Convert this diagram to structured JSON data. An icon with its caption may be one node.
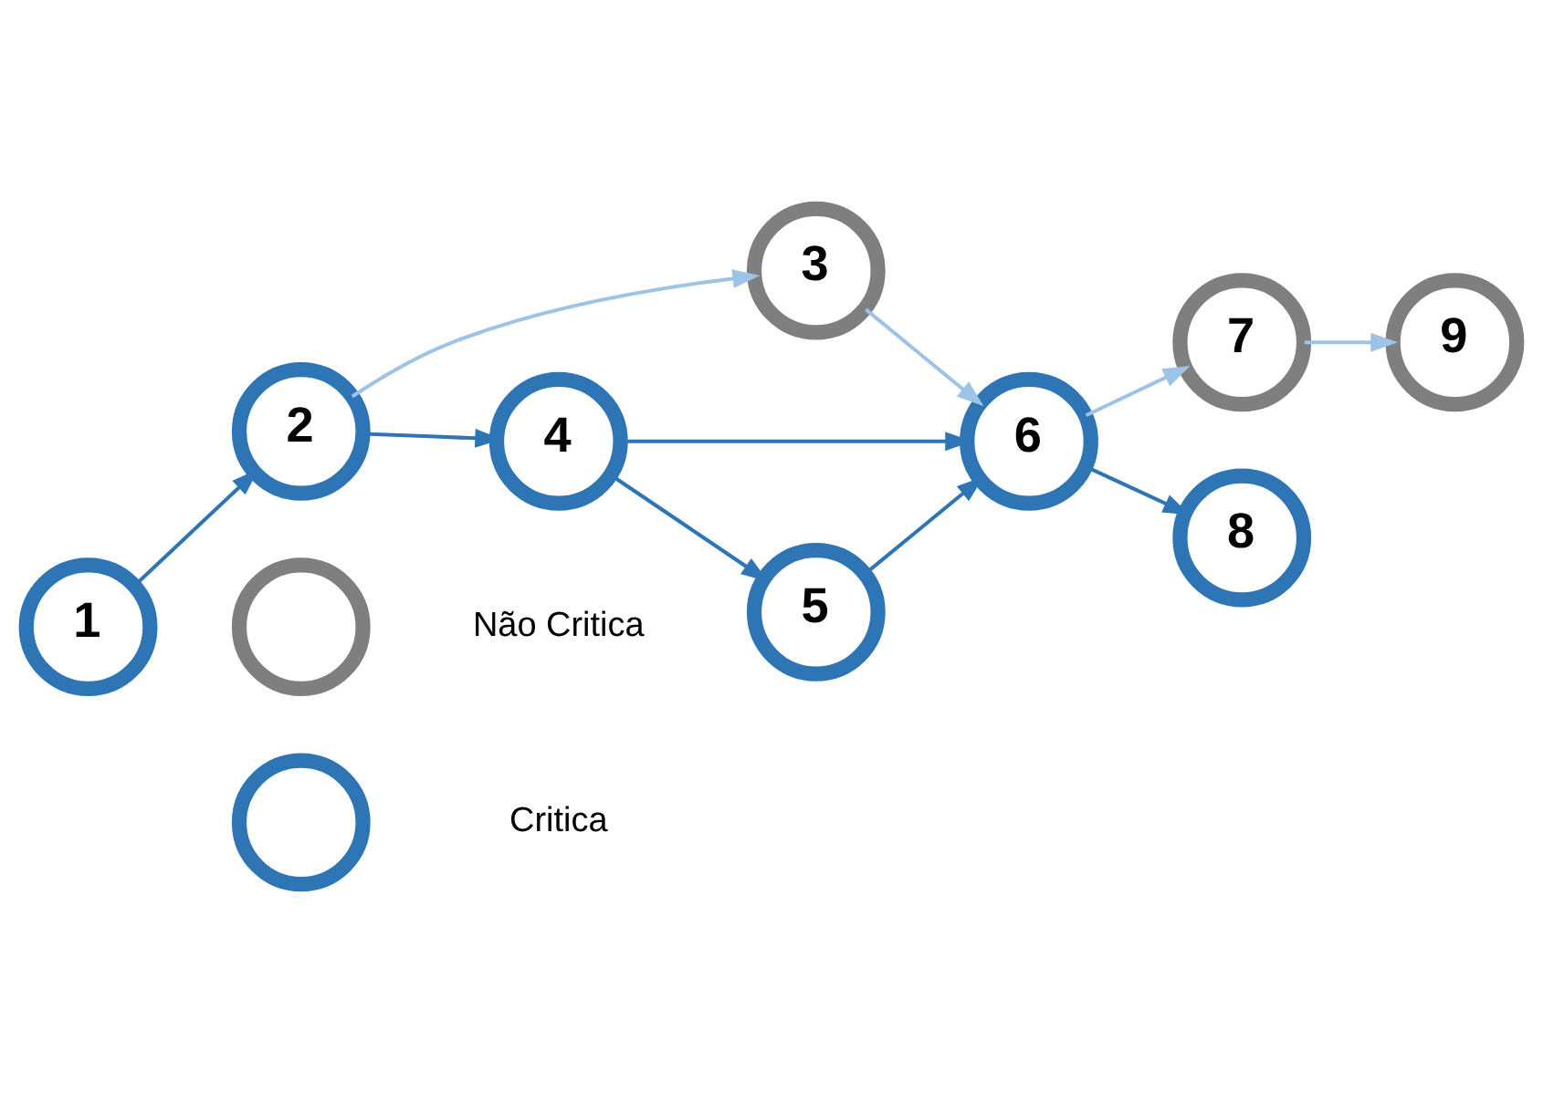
{
  "diagram": {
    "nodes": [
      {
        "text": [
          "1"
        ]
      },
      {
        "text": [
          "2"
        ]
      },
      {
        "text": [
          "3"
        ]
      },
      {
        "text": [
          "6"
        ]
      },
      {
        "text": [
          "7"
        ]
      },
      {
        "text": [
          "9"
        ]
      },
      {
        "text": [
          "4"
        ]
      },
      {
        "text": [
          "5"
        ]
      },
      {
        "text": [
          "8"
        ]
      },
      {
        "text": [],
        "shape": "circle"
      },
      {
        "text": [],
        "shape": "circle"
      }
    ],
    "edges": [
      {
        "from": 0,
        "to": 1,
        "arrow": "to"
      },
      {
        "from": 1,
        "to": 2,
        "arrow": "to",
        "color": "#9dc3e6"
      },
      {
        "from": 2,
        "to": 3,
        "arrow": "to",
        "color": "#9dc3e6"
      },
      {
        "from": 3,
        "to": 4,
        "arrow": "to",
        "color": "#9dc3e6"
      },
      {
        "from": 4,
        "to": 5,
        "arrow": "to",
        "color": "#9dc3e6"
      },
      {
        "from": 1,
        "to": 6,
        "arrow": "to"
      },
      {
        "from": 6,
        "to": 3,
        "arrow": "to"
      },
      {
        "from": 6,
        "to": 7,
        "arrow": "to"
      },
      {
        "from": 7,
        "to": 3,
        "arrow": "to"
      },
      {
        "from": 3,
        "to": 8,
        "arrow": "to"
      }
    ],
    "legend": [
      {
        "text": "Não Critica"
      },
      {
        "text": "Critica"
      }
    ]
  }
}
